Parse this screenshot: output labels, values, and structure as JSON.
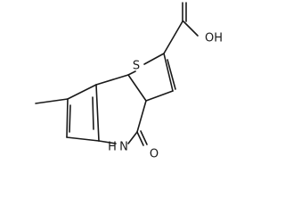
{
  "molecule": {
    "atoms": {
      "sulfur": "S",
      "acid_hydroxyl": "OH",
      "carbonyl_oxygen": "O",
      "amide_nitrogen": "H\nN"
    },
    "label_parts": {
      "nh_h": "H",
      "nh_n": "N"
    }
  }
}
